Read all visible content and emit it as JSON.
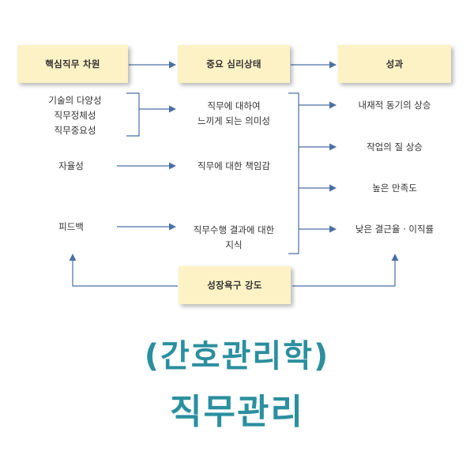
{
  "diagram": {
    "header_boxes": {
      "dimensions": "핵심직무 차원",
      "states": "중요 심리상태",
      "outcomes": "성과",
      "growth": "성장욕구 강도"
    },
    "dimensions": {
      "variety_lines": [
        "기술의 다양성",
        "직무정체성",
        "직무중요성"
      ],
      "autonomy": "자율성",
      "feedback": "피드백"
    },
    "states": {
      "meaningfulness_lines": [
        "직무에 대하여",
        "느끼게 되는 의미성"
      ],
      "responsibility": "직무에 대한 책임감",
      "knowledge_lines": [
        "직무수행 결과에 대한",
        "지식"
      ]
    },
    "outcomes": {
      "motivation": "내재적 동기의 상승",
      "quality": "작업의 질 상승",
      "satisfaction": "높은 만족도",
      "turnover": "낮은 결근율 · 이직률"
    },
    "colors": {
      "box_fill": "#fdf2c6",
      "arrow": "#4a6fa5",
      "title": "#2b8f9f"
    }
  },
  "titles": {
    "line1": "(간호관리학)",
    "line2": "직무관리"
  }
}
